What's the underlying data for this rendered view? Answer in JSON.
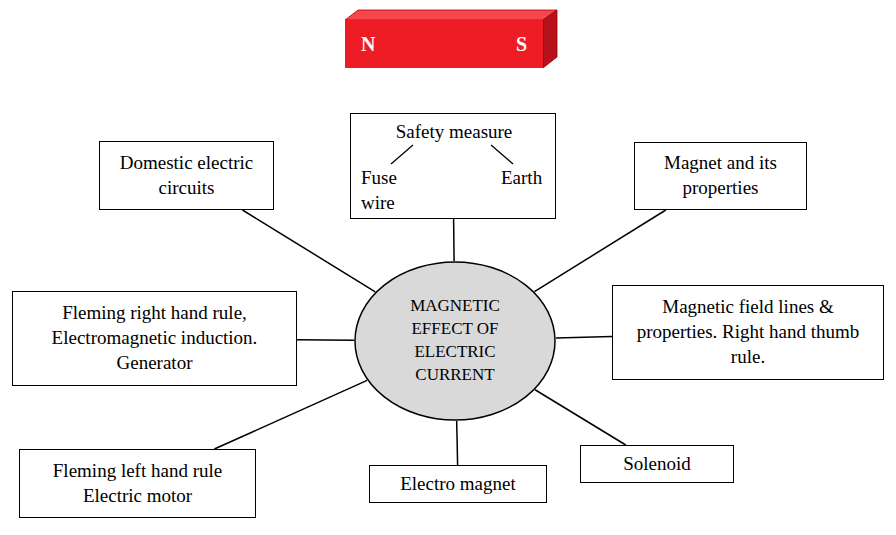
{
  "diagram": {
    "nodes": [
      {
        "text": [
          "N",
          "S"
        ]
      },
      {
        "text": [
          "Domestic electric circuits"
        ]
      },
      {
        "text": [
          "Safety measure",
          "Fuse wire",
          "Earth"
        ]
      },
      {
        "text": [
          "Magnet and its properties"
        ]
      },
      {
        "text": [
          "Fleming right hand rule, Electromagnetic induction. Generator"
        ]
      },
      {
        "text": [
          "MAGNETIC EFFECT OF ELECTRIC CURRENT"
        ]
      },
      {
        "text": [
          "Magnetic field lines & properties. Right hand thumb rule."
        ]
      },
      {
        "text": [
          "Fleming left hand rule Electric motor"
        ]
      },
      {
        "text": [
          "Electro magnet"
        ]
      },
      {
        "text": [
          "Solenoid"
        ]
      }
    ],
    "edges": [
      {
        "from": 5,
        "to": 1,
        "arrow": "none"
      },
      {
        "from": 5,
        "to": 2,
        "arrow": "none"
      },
      {
        "from": 5,
        "to": 3,
        "arrow": "none"
      },
      {
        "from": 5,
        "to": 4,
        "arrow": "none"
      },
      {
        "from": 5,
        "to": 6,
        "arrow": "none"
      },
      {
        "from": 5,
        "to": 7,
        "arrow": "none"
      },
      {
        "from": 5,
        "to": 8,
        "arrow": "none"
      },
      {
        "from": 5,
        "to": 9,
        "arrow": "none"
      }
    ]
  }
}
